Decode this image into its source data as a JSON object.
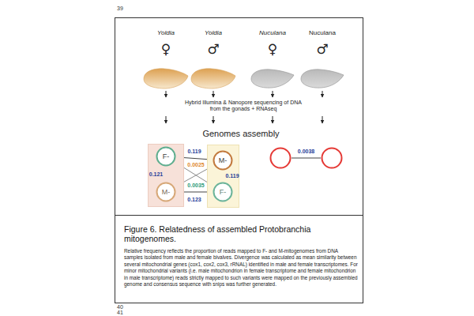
{
  "diagram": {
    "title": "Figure 6. Relatedness of assembled Protobranchia mitogenomes.",
    "caption": "Relative frequency reflects the proportion of reads mapped to F- and M-mitogenomes from DNA samples isolated from male and female bivalves. Divergence was calculated as mean similarity between several mitochondrial genes (cox1, cox2, cox3, rRNAL) identified in male and female transcriptomes. For minor mitochondrial variants (i.e. male mitochondrion in female transcriptome and female mitochondrion in male transcriptome) reads strictly mapped to such variants were mapped on the previously assembled genome and consensus sequence with snips was further generated.",
    "nodes": [
      {
        "text": []
      },
      {
        "text": [
          "F-"
        ],
        "in": 0
      },
      {
        "text": [
          "M-"
        ],
        "in": 0
      },
      {
        "text": []
      },
      {
        "text": [
          "M-"
        ],
        "in": 3
      },
      {
        "text": [
          "F-"
        ],
        "in": 3
      },
      {
        "text": []
      },
      {
        "text": []
      }
    ],
    "edges": [
      {
        "from": 1,
        "to": 4,
        "label": "0.119",
        "arrow": "none"
      },
      {
        "from": 1,
        "to": 2,
        "label": "0.121",
        "arrow": "none"
      },
      {
        "from": 4,
        "to": 5,
        "label": "0.119",
        "arrow": "none"
      },
      {
        "from": 2,
        "to": 5,
        "label": "0.123",
        "arrow": "none"
      },
      {
        "from": 1,
        "to": 5,
        "label": "0.0035",
        "arrow": "none"
      },
      {
        "from": 2,
        "to": 4,
        "label": "0.0025",
        "arrow": "none"
      },
      {
        "from": 6,
        "to": 7,
        "label": "0.0038",
        "arrow": "none"
      }
    ],
    "labels": [
      "39",
      "Yoldia",
      "Yoldia",
      "Nuculana",
      "Nuculana",
      "♀",
      "♂",
      "♀",
      "♂",
      "Hybrid Illumina & Nanopore sequencing of DNA from the gonads + RNAseq",
      "Genomes assembly",
      "40",
      "41"
    ]
  }
}
